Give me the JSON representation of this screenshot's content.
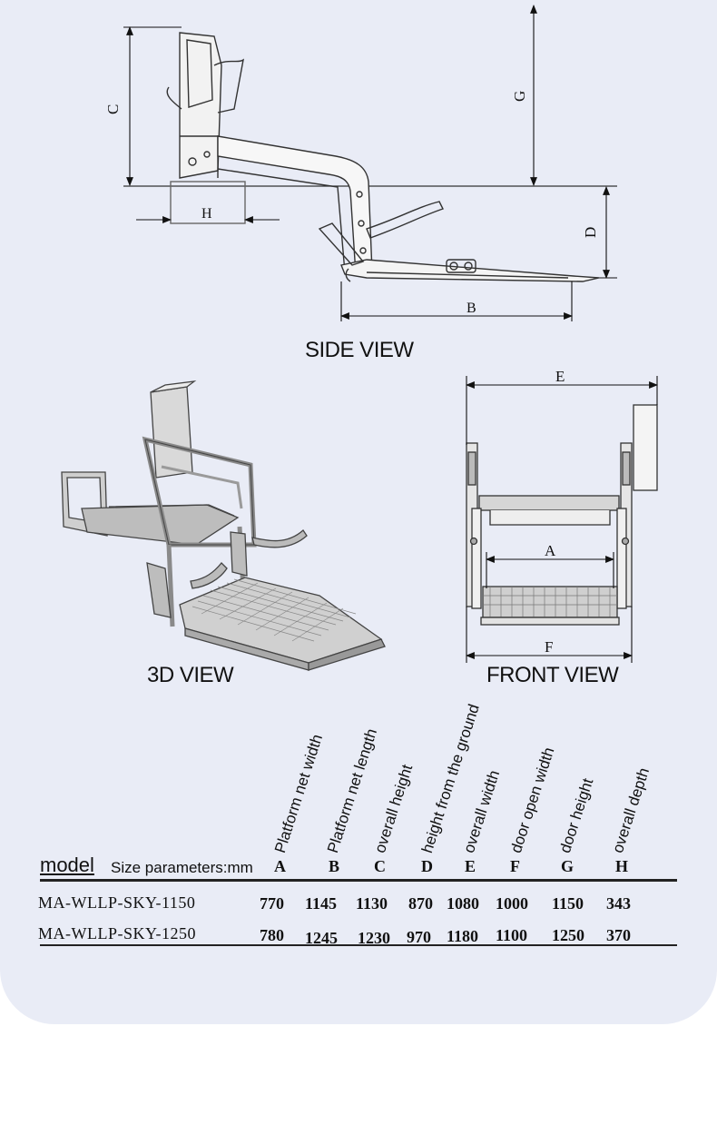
{
  "views": {
    "side": "SIDE VIEW",
    "three_d": "3D VIEW",
    "front": "FRONT VIEW"
  },
  "dimension_letters": {
    "a": "A",
    "b": "B",
    "c": "C",
    "d": "D",
    "e": "E",
    "f": "F",
    "g": "G",
    "h": "H"
  },
  "table": {
    "model_label": "model",
    "size_label": "Size parameters:mm",
    "columns": [
      {
        "letter": "A",
        "description": "Platform net width"
      },
      {
        "letter": "B",
        "description": "Platform net length"
      },
      {
        "letter": "C",
        "description": "overall height"
      },
      {
        "letter": "D",
        "description": "height from the ground"
      },
      {
        "letter": "E",
        "description": "overall width"
      },
      {
        "letter": "F",
        "description": "door open width"
      },
      {
        "letter": "G",
        "description": "door height"
      },
      {
        "letter": "H",
        "description": "overall depth"
      }
    ],
    "rows": [
      {
        "model": "MA-WLLP-SKY-1150",
        "values": [
          "770",
          "1145",
          "1130",
          "870",
          "1080",
          "1000",
          "1150",
          "343"
        ]
      },
      {
        "model": "MA-WLLP-SKY-1250",
        "values": [
          "780",
          "1245",
          "1230",
          "970",
          "1180",
          "1100",
          "1250",
          "370"
        ]
      }
    ]
  },
  "colors": {
    "panel": "#e9ecf6",
    "line": "#222222"
  }
}
